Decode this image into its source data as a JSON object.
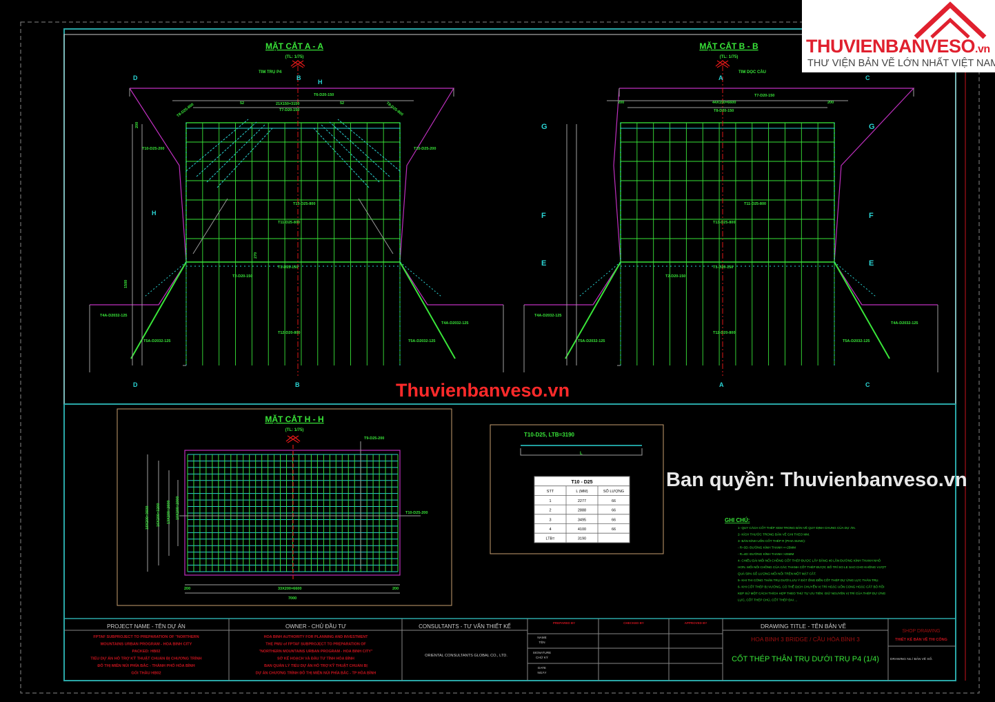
{
  "logo": {
    "brand": "THUVIENBANVESO",
    "brand_suffix": ".vn",
    "tagline": "THƯ VIỆN BẢN VẼ LỚN NHẤT VIỆT NAM"
  },
  "watermarks": {
    "center": "Thuvienbanveso.vn",
    "copyright": "Ban quyền: Thuvienbanveso.vn"
  },
  "section_aa": {
    "title": "MẶT CẮT A - A",
    "scale": "(TL: 1/75)",
    "axis": "TIM TRỤ P4",
    "markers": [
      "D",
      "B",
      "H",
      "D",
      "B",
      "H"
    ],
    "labels": [
      "T6-D20-150",
      "21X150=3150",
      "T7-D20-150",
      "T8-D25-800",
      "T8-D25-800",
      "T10-D25-200",
      "T10-D25-200",
      "T13-D25-800",
      "T11-D25-800",
      "T1-D25-150",
      "T2-D20-150",
      "T12-D20-800",
      "T4A-D2032-125",
      "T5A-D2032-125",
      "T5A-D2032-125",
      "T4A-D2032-125",
      "52",
      "52",
      "200",
      "1500",
      "270"
    ]
  },
  "section_bb": {
    "title": "MẶT CẮT B - B",
    "scale": "(TL: 1/75)",
    "axis": "TIM DỌC CẦU",
    "markers": [
      "A",
      "C",
      "G",
      "G",
      "F",
      "F",
      "E",
      "E",
      "A",
      "C"
    ],
    "labels": [
      "200",
      "44X150=6600",
      "200",
      "T7-D20-150",
      "T8-D20-150",
      "T11-D25-800",
      "T13-D25-800",
      "T1-D20-150",
      "T2-D20-150",
      "T12-D20-800",
      "T4A-D2032-125",
      "T5A-D2032-125",
      "T5A-D2032-125",
      "T4A-D2032-125"
    ]
  },
  "section_hh": {
    "title": "MẶT CẮT H - H",
    "scale": "(TL: 1/75)",
    "labels": [
      "T9-D25-200",
      "T10-D25-200",
      "200",
      "33X200=6600",
      "200",
      "7000",
      "18X200=3600",
      "16X200=3200",
      "13X200=2600",
      "10X200=2000"
    ]
  },
  "rebar_detail": {
    "title": "T10-D25, LTB=3190",
    "dim": "L",
    "table": {
      "caption": "T10 - D25",
      "headers": [
        "STT",
        "L (MM)",
        "SỐ LƯỢNG"
      ],
      "rows": [
        [
          "1",
          "2277",
          "66"
        ],
        [
          "2",
          "2888",
          "66"
        ],
        [
          "3",
          "3495",
          "66"
        ],
        [
          "4",
          "4100",
          "66"
        ]
      ],
      "footer": [
        "LTB=",
        "3190",
        ""
      ]
    }
  },
  "notes": {
    "heading": "GHI CHÚ:",
    "lines": [
      "1- QUY CÁCH CỐT THÉP XEM TRONG BẢN VẼ QUY ĐỊNH CHUNG CỦA DỰ ÁN.",
      "2- KÍCH THƯỚC TRONG BẢN VẼ GHI THEO MM.",
      "3- BÁN KÍNH UỐN CỐT THÉP R (PHIA SUNG):",
      "     - R=3D: ĐƯỜNG KÍNH THANH <=25MM",
      "     - R=4D: ĐƯỜNG KÍNH THANH >25MM",
      "4- CHIỀU DÀI MỐI NỐI CHỒNG CỐT THÉP ĐƯỢC LẤY BẰNG 40 LẦN ĐƯỜNG KÍNH THANH NHỎ",
      "HƠN. MỐI NỐI CHỒNG CỦA CÁC THANH CỐT THÉP ĐƯỢC BỐ TRÍ SO LE SAO CHO KHÔNG VƯỢT",
      "QUÁ 50% SỐ LƯỢNG MỐI NỐI TRÊN MỘT MẶT CẮT.",
      "5- KHI THI CÔNG THÂN TRỤ DƯỚI LƯU Ý ĐẶT ỐNG ĐỂN CỐT THÉP DỰ ỨNG LỰC THÂN TRỤ.",
      "6- KHI CỐT THÉP BỊ VƯỚNG, CÓ THỂ DỊCH CHUYỂN VỊ TRÍ HOẶC UỐN CONG HOẶC CẮT BỎ RỒI",
      "KẸP SỬ MỘT CÁCH THÍCH HỢP THEO THỨ TỰ ƯU TIÊN: GIỮ NGUYÊN VỊ TRÍ CỦA THÉP DỰ ỨNG",
      "LỰC, CỐT THÉP CHỦ, CỐT THÉP ĐAI ..."
    ]
  },
  "title_block": {
    "project_header": "PROJECT NAME - TÊN DỰ ÁN",
    "project_lines": [
      "FPTAF SUBPROJECT TO PREPARATION OF \"NORTHERN",
      "MOUNTAINS URBAN PROGRAM - HOA BINH CITY",
      "PACKED: HB02",
      "TIỂU DỰ ÁN HỖ TRỢ KỸ THUẬT CHUẨN BỊ CHƯƠNG TRÌNH",
      "ĐÔ THỊ MIỀN NÚI PHÍA BẮC - THÀNH PHỐ HÒA BÌNH",
      "GÓI THẦU HB02"
    ],
    "owner_header": "OWNER - CHỦ ĐẦU TƯ",
    "owner_lines": [
      "HOA BINH AUTHORITY FOR PLANNING AND INVESTMENT",
      "THE PMU of FPTAF SUBPROJECT TO PREPARATION OF",
      "\"NORTHERN MOUNTAINS URBAN PROGRAM - HOA BINH CITY\"",
      "SỞ KẾ HOẠCH VÀ ĐẦU TƯ TỈNH HÒA BÌNH",
      "BAN QUẢN LÝ TIỂU DỰ ÁN HỖ TRỢ KỸ THUẬT CHUẨN BỊ",
      "DỰ ÁN CHƯƠNG TRÌNH ĐÔ THỊ MIỀN NÚI PHÍA BẮC - TP HÒA BÌNH"
    ],
    "consultant_header": "CONSULTANTS - TƯ VẤN THIẾT KẾ",
    "consultant_name": "ORIENTAL CONSULTANTS GLOBAL CO., LTD.",
    "role_headers": [
      "PREPARED BY",
      "CHECKED BY",
      "APPROVED BY"
    ],
    "row_labels": [
      "NAME / TÊN",
      "SIGNATURE / CHỮ KÝ",
      "DATE / NGÀY"
    ],
    "drawing_title_header": "DRAWING TITLE - TÊN BẢN VẼ",
    "bridge_name": "HOA BINH 3 BRIDGE / CẦU HÒA BÌNH 3",
    "drawing_title": "CỐT THÉP THÂN TRỤ DƯỚI TRỤ P4 (1/4)",
    "stage_en": "SHOP DRAWING",
    "stage_vi": "THIẾT KẾ BẢN VẼ THI CÔNG",
    "drawing_no_label": "DRAWING No./ BẢN VẼ SỐ."
  },
  "colors": {
    "background": "#000000",
    "rebar": "#39e639",
    "frame": "#2aa8a8",
    "concrete": "#c030c0",
    "axis": "#e01818",
    "dim": "#a0a0a0"
  }
}
